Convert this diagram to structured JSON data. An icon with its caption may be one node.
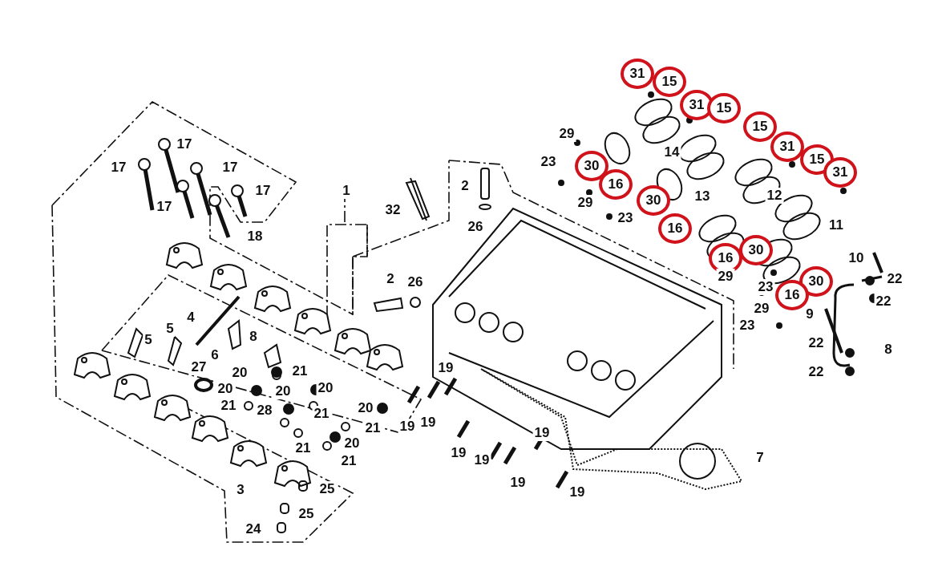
{
  "diagram": {
    "labels": [
      "31",
      "15",
      "31",
      "15",
      "15",
      "29",
      "17",
      "31",
      "14",
      "15",
      "23",
      "30",
      "17",
      "17",
      "31",
      "16",
      "2",
      "1",
      "17",
      "13",
      "12",
      "30",
      "29",
      "17",
      "32",
      "23",
      "11",
      "26",
      "16",
      "18",
      "30",
      "16",
      "10",
      "22",
      "2",
      "30",
      "26",
      "29",
      "23",
      "16",
      "22",
      "29",
      "9",
      "4",
      "23",
      "5",
      "8",
      "5",
      "22",
      "8",
      "6",
      "27",
      "19",
      "21",
      "20",
      "20",
      "20",
      "20",
      "21",
      "20",
      "28",
      "21",
      "19",
      "19",
      "21",
      "19",
      "20",
      "21",
      "22",
      "19",
      "7",
      "19",
      "21",
      "19",
      "3",
      "25",
      "19",
      "25",
      "24"
    ]
  }
}
